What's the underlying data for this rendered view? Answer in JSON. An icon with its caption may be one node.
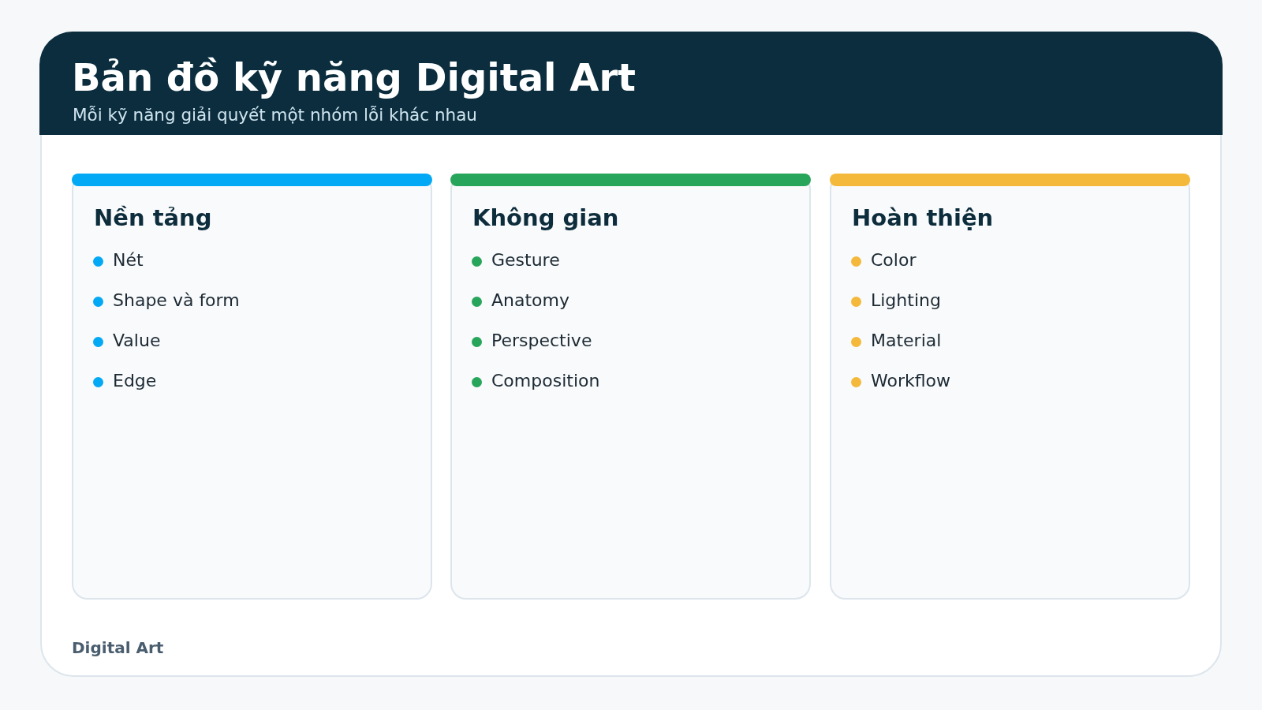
{
  "diagram": {
    "title": "Bản đồ kỹ năng Digital Art",
    "nodes": [
      {
        "text": [
          "Nền tảng",
          "Nét",
          "Shape và form",
          "Value",
          "Edge"
        ]
      },
      {
        "text": [
          "Không gian",
          "Gesture",
          "Anatomy",
          "Perspective",
          "Composition"
        ]
      },
      {
        "text": [
          "Hoàn thiện",
          "Color",
          "Lighting",
          "Material",
          "Workflow"
        ]
      }
    ],
    "edges": [],
    "labels": [
      "Mỗi kỹ năng giải quyết một nhóm lỗi khác nhau",
      "Digital Art"
    ]
  }
}
